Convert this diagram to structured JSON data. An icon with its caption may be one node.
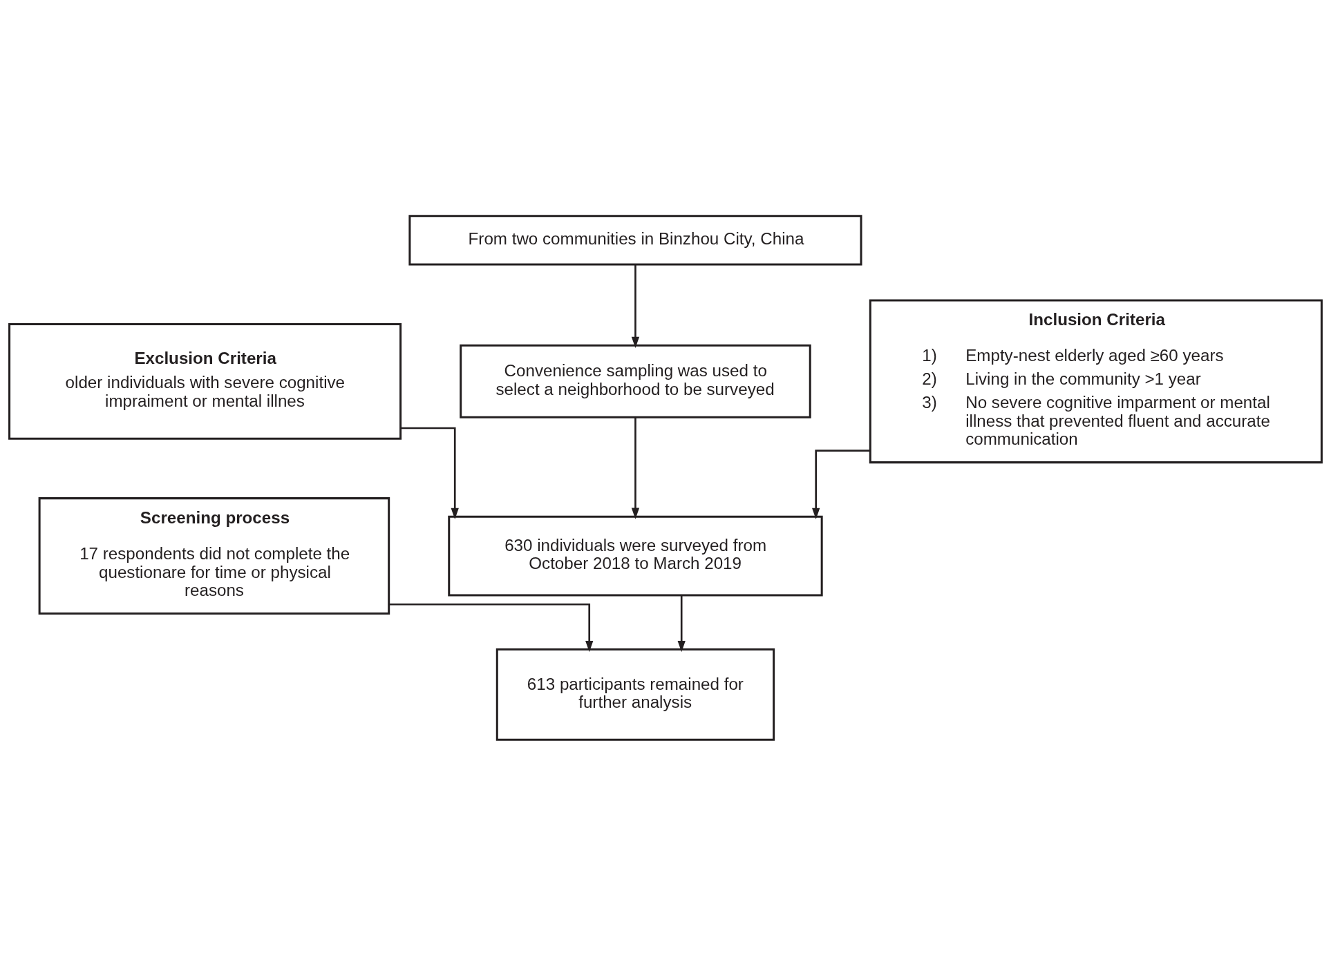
{
  "diagram": {
    "nodes": [
      {
        "text": [
          "From two communities in Binzhou City, China"
        ]
      },
      {
        "text": [
          "Convenience sampling was used to select a neighborhood to be surveyed"
        ]
      },
      {
        "text": [
          "Exclusion Criteria",
          "older individuals with severe cognitive impraiment or mental illnes"
        ]
      },
      {
        "text": [
          "Inclusion Criteria",
          "1) Empty-nest elderly aged ≥60 years",
          "2) Living in the community >1 year",
          "3) No severe cognitive imparment or mental illness that prevented fluent and accurate communication"
        ]
      },
      {
        "text": [
          "630 individuals were surveyed from October 2018 to March 2019"
        ]
      },
      {
        "text": [
          "Screening process",
          "17 respondents did not complete the questionare for time or physical reasons"
        ]
      },
      {
        "text": [
          "613 participants remained for further analysis"
        ]
      }
    ],
    "edges": [
      {
        "from": 0,
        "to": 1,
        "arrow": "to"
      },
      {
        "from": 2,
        "to": 4,
        "arrow": "to"
      },
      {
        "from": 1,
        "to": 4,
        "arrow": "to"
      },
      {
        "from": 3,
        "to": 4,
        "arrow": "to"
      },
      {
        "from": 5,
        "to": 6,
        "arrow": "to"
      },
      {
        "from": 4,
        "to": 6,
        "arrow": "to"
      }
    ]
  }
}
